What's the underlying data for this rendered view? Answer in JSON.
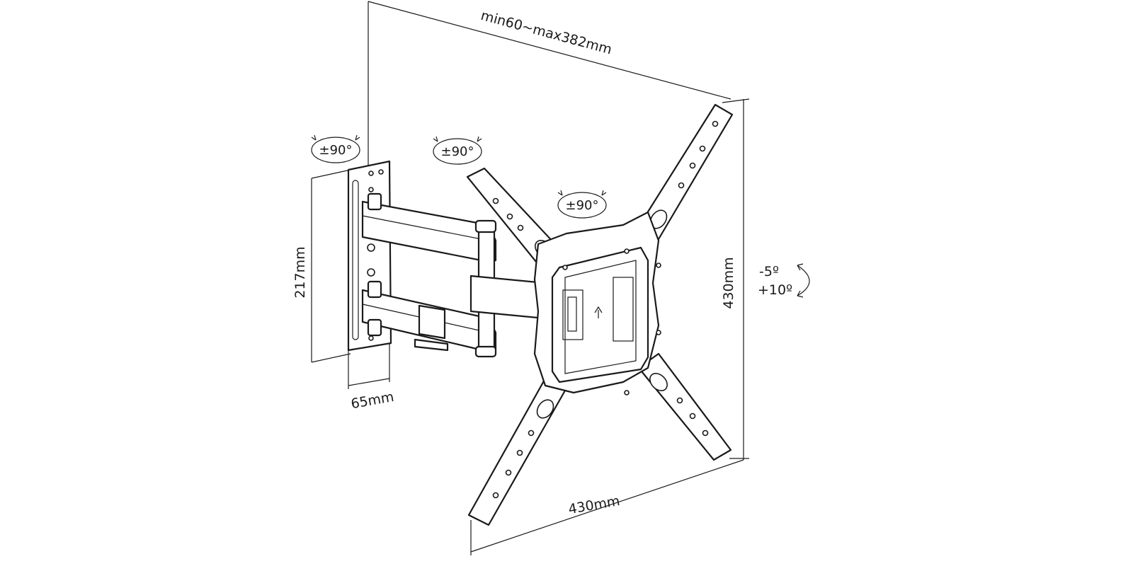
{
  "dimensions": {
    "extension": "min60~max382mm",
    "wall_plate_height": "217mm",
    "wall_plate_depth": "65mm",
    "vesa_height": "430mm",
    "vesa_width": "430mm"
  },
  "rotations": {
    "wall_swivel": "±90°",
    "arm_swivel": "±90°",
    "screen_rotation": "±90°"
  },
  "tilt": {
    "forward": "-5º",
    "backward": "+10º"
  }
}
